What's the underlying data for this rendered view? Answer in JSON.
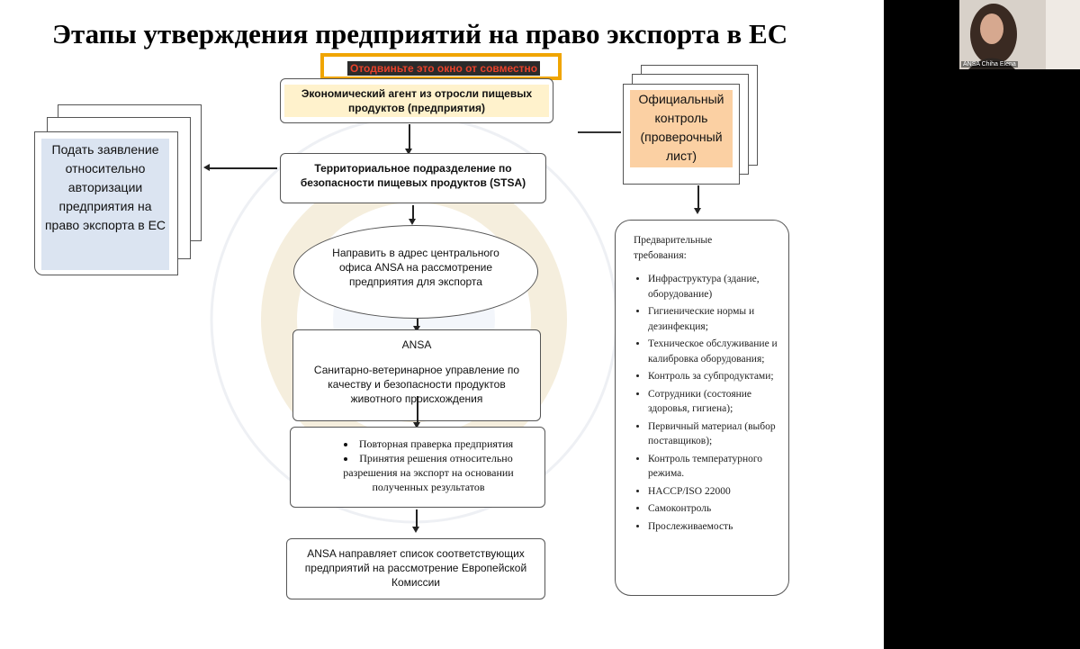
{
  "slide": {
    "title": "Этапы утверждения предприятий на право экспорта в ЕС",
    "share_banner": "Отодвиньте это окно от совместно"
  },
  "flow": {
    "agent": "Экономический агент из отросли пищевых продуктов (предприятия)",
    "stsa": "Территориальное подразделение по безопасности пищевых продуктов (STSA)",
    "send": "Направить в адрес центрального офиса ANSA на рассмотрение предприятия для экспорта",
    "ansa_title": "ANSA",
    "ansa_body": "Санитарно-ветеринарное управление по качеству и безопасности продуктов животного происхождения",
    "checks": [
      "Повторная праверка предприятия",
      "Принятия решения относительно разрешения на экспорт на основании полученных результатов"
    ],
    "final": "ANSA направляет список соответствующих предприятий на рассмотрение Европейской Комиссии"
  },
  "left_doc": "Подать заявление относительно авторизации предприятия на право экспорта в ЕС",
  "right_doc": "Официальный контроль (проверочный лист)",
  "requirements": {
    "title": "Предварительные требования:",
    "items": [
      "Инфраструктура (здание, оборудование)",
      "Гигиенические нормы и дезинфекция;",
      "Техническое обслуживание и калибровка оборудования;",
      "Контроль за субпродуктами;",
      "Сотрудники (состояние здоровья, гигиена);",
      "Первичный материал (выбор поставщиков);",
      "Контроль температурного режима.",
      "HACCP/ISO 22000",
      "Самоконтроль",
      "Прослеживаемость"
    ]
  },
  "participant": {
    "name": "ANSA Chiha Elena"
  }
}
